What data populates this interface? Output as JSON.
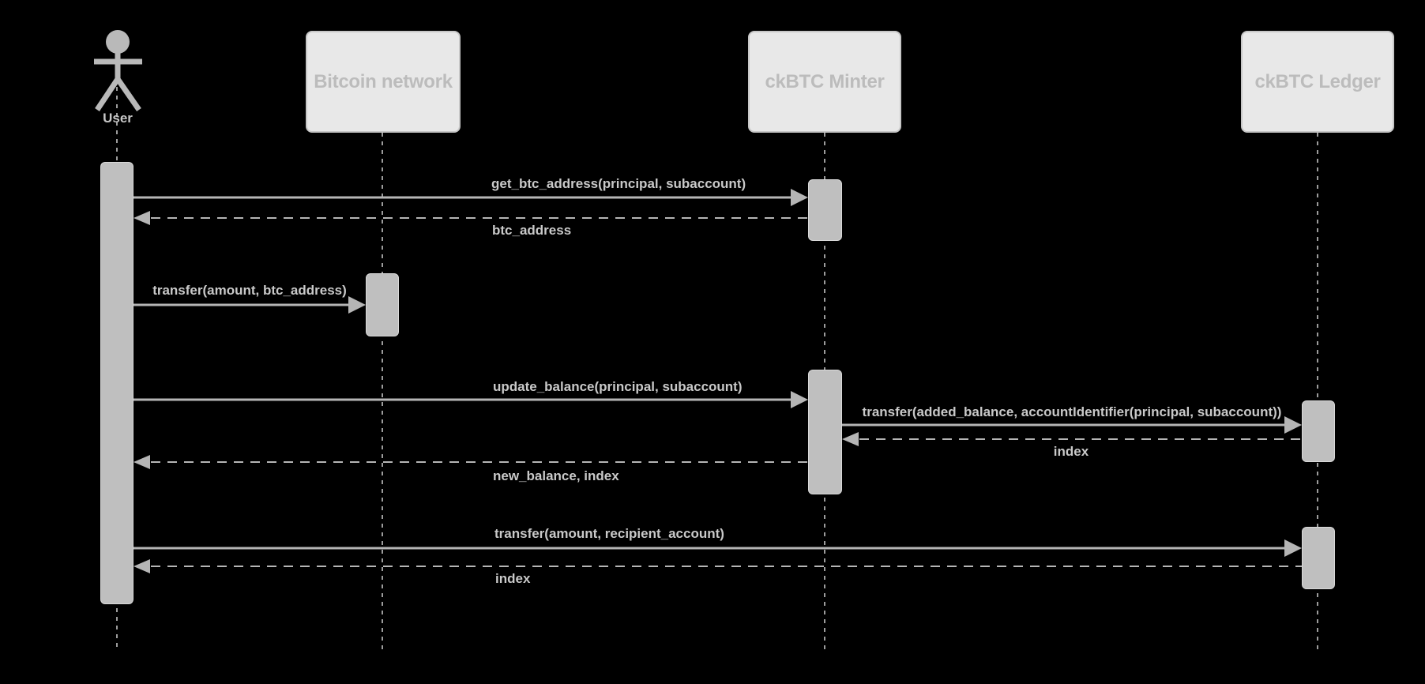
{
  "diagram": {
    "type": "sequence-diagram",
    "participants": [
      {
        "id": "user",
        "label": "User",
        "kind": "actor"
      },
      {
        "id": "bitcoin-network",
        "label": "Bitcoin network",
        "kind": "participant"
      },
      {
        "id": "ckbtc-minter",
        "label": "ckBTC Minter",
        "kind": "participant"
      },
      {
        "id": "ckbtc-ledger",
        "label": "ckBTC Ledger",
        "kind": "participant"
      }
    ],
    "messages": [
      {
        "from": "User",
        "to": "ckBTC Minter",
        "label": "get_btc_address(principal, subaccount)",
        "line": "solid"
      },
      {
        "from": "ckBTC Minter",
        "to": "User",
        "label": "btc_address",
        "line": "dashed"
      },
      {
        "from": "User",
        "to": "Bitcoin network",
        "label": "transfer(amount, btc_address)",
        "line": "solid"
      },
      {
        "from": "User",
        "to": "ckBTC Minter",
        "label": "update_balance(principal, subaccount)",
        "line": "solid"
      },
      {
        "from": "ckBTC Minter",
        "to": "ckBTC Ledger",
        "label": "transfer(added_balance, accountIdentifier(principal, subaccount))",
        "line": "solid"
      },
      {
        "from": "ckBTC Ledger",
        "to": "ckBTC Minter",
        "label": "index",
        "line": "dashed"
      },
      {
        "from": "ckBTC Minter",
        "to": "User",
        "label": "new_balance, index",
        "line": "dashed"
      },
      {
        "from": "User",
        "to": "ckBTC Ledger",
        "label": "transfer(amount, recipient_account)",
        "line": "solid"
      },
      {
        "from": "ckBTC Ledger",
        "to": "User",
        "label": "index",
        "line": "dashed"
      }
    ],
    "colors": {
      "background": "#000000",
      "box_fill": "#e8e8e8",
      "box_border": "#c7c7c7",
      "box_text": "#bcbcbc",
      "actor_figure": "#b9b9b9",
      "activation_fill": "#bfbfbf",
      "arrow": "#b5b5b5",
      "lifeline": "#9c9c9c",
      "message_text": "#c9c9c9"
    }
  }
}
